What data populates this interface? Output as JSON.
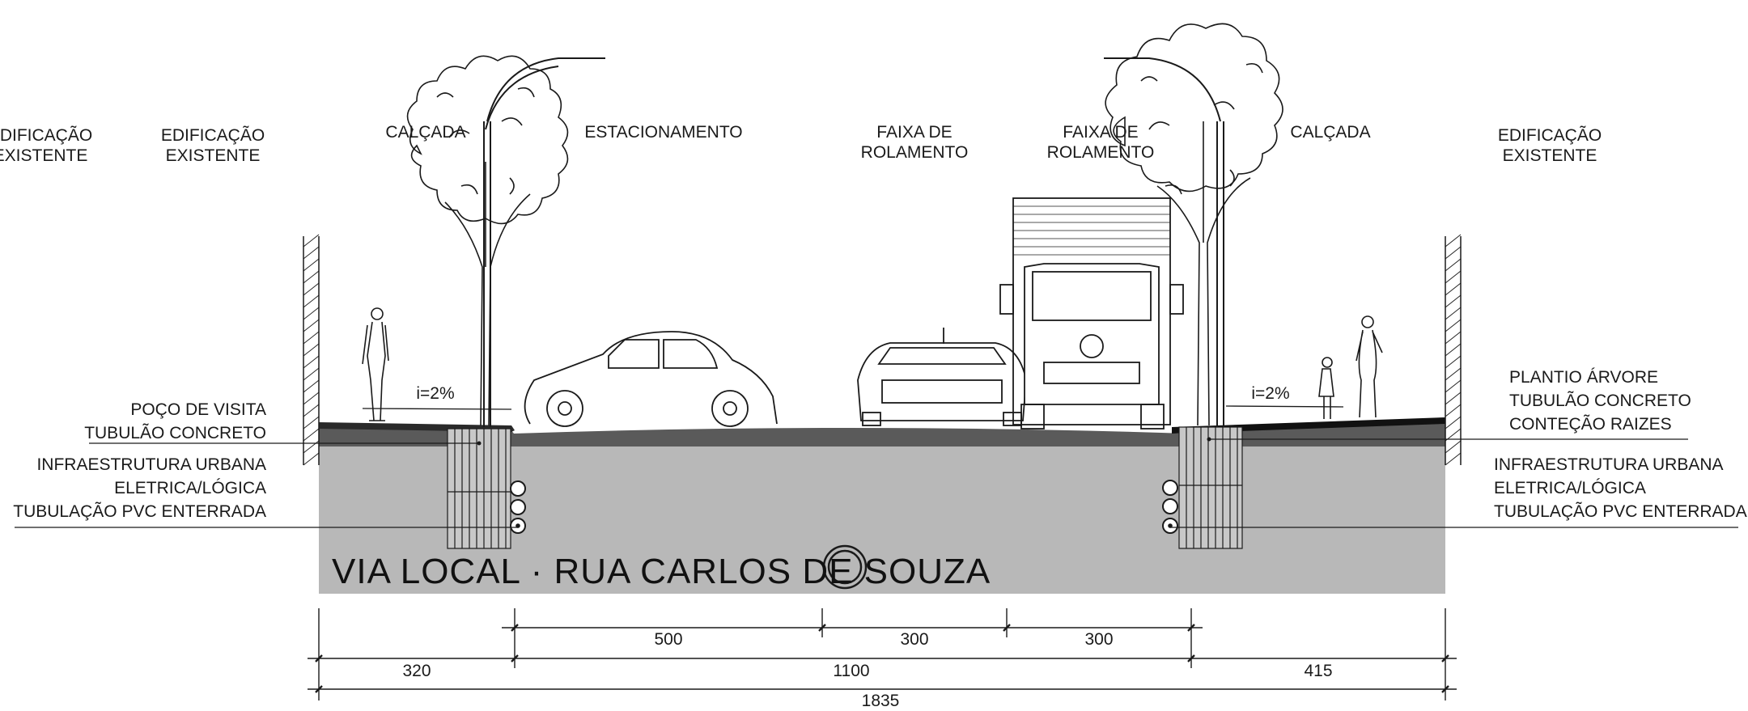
{
  "labels": {
    "building_far_left": [
      "EDIFICAÇÃO",
      "EXISTENTE"
    ],
    "building_left": [
      "EDIFICAÇÃO",
      "EXISTENTE"
    ],
    "sidewalk_left": "CALÇADA",
    "parking": "ESTACIONAMENTO",
    "lane_1": [
      "FAIXA DE",
      "ROLAMENTO"
    ],
    "lane_2": [
      "FAIXA DE",
      "ROLAMENTO"
    ],
    "sidewalk_right": "CALÇADA",
    "building_right": [
      "EDIFICAÇÃO",
      "EXISTENTE"
    ],
    "slope_left": "i=2%",
    "slope_right": "i=2%",
    "left_notes": [
      "POÇO DE VISITA",
      "TUBULÃO CONCRETO",
      "INFRAESTRUTURA URBANA",
      "ELETRICA/LÓGICA",
      "TUBULAÇÃO PVC ENTERRADA"
    ],
    "right_notes": [
      "PLANTIO ÁRVORE",
      "TUBULÃO CONCRETO",
      "CONTEÇÃO RAIZES",
      "INFRAESTRUTURA URBANA",
      "ELETRICA/LÓGICA",
      "TUBULAÇÃO PVC ENTERRADA"
    ],
    "section_title": "VIA LOCAL · RUA CARLOS DE SOUZA"
  },
  "dimensions": {
    "parking_width": "500",
    "lane_1_width": "300",
    "lane_2_width": "300",
    "sidewalk_left_width": "320",
    "roadway_width": "1100",
    "sidewalk_right_width": "415",
    "total_width": "1835"
  },
  "colors": {
    "ground_fill": "#b8b8b8",
    "pavement": "#555555",
    "line": "#1a1a1a"
  }
}
